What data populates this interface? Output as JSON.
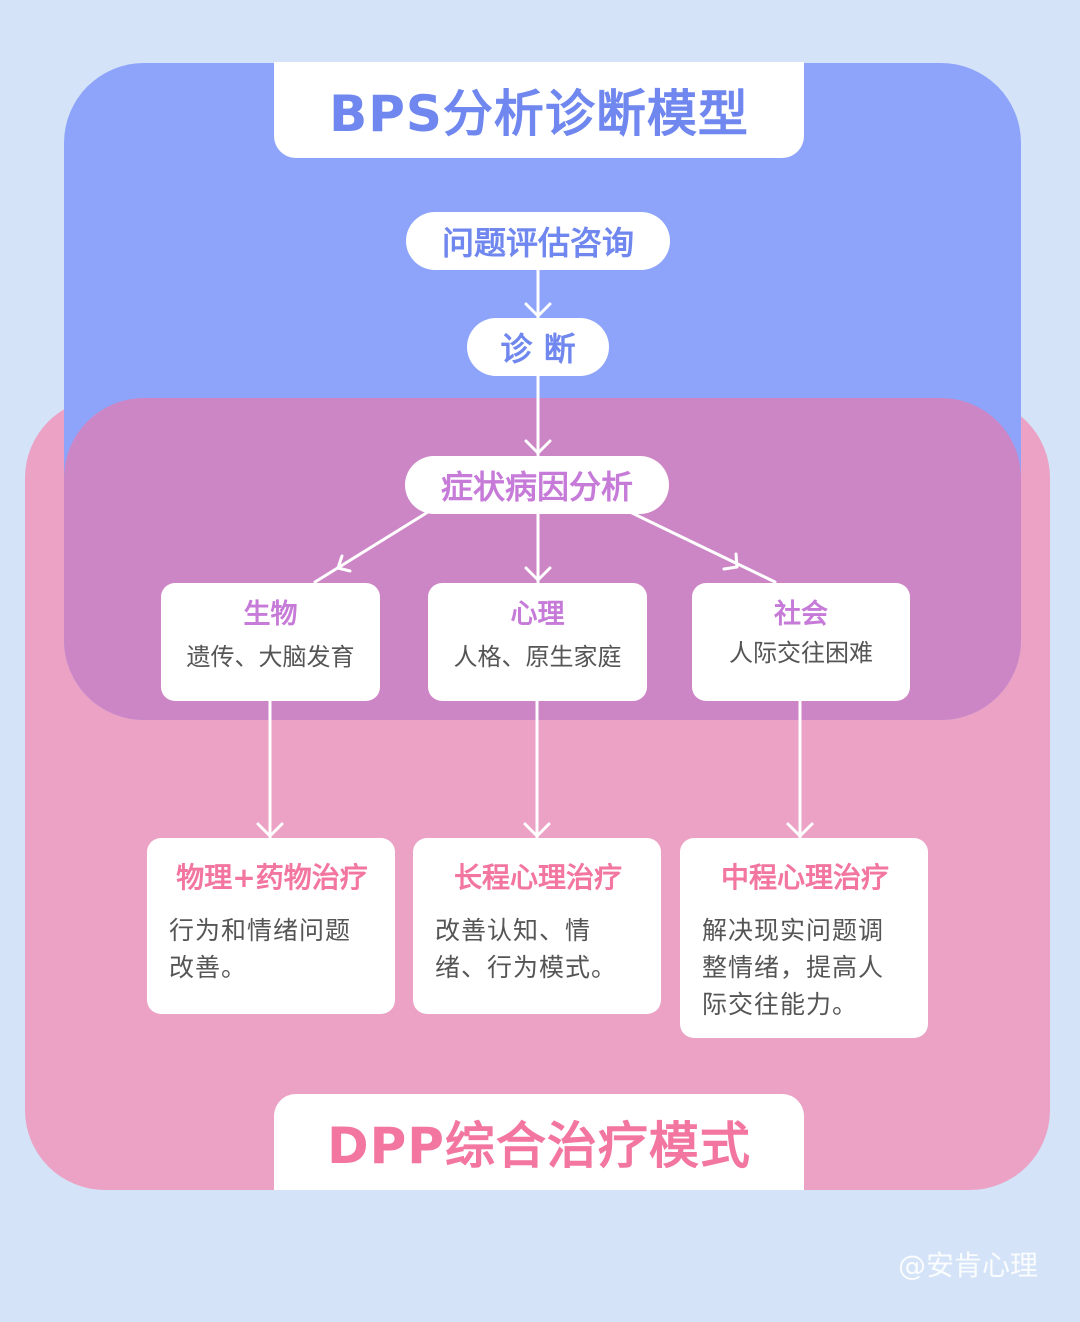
{
  "title_top": "BPS分析诊断模型",
  "title_bottom": "DPP综合治疗模式",
  "flow": {
    "step1": "问题评估咨询",
    "step2": "诊 断",
    "step3": "症状病因分析"
  },
  "categories": [
    {
      "title": "生物",
      "desc": "遗传、大脑发育"
    },
    {
      "title": "心理",
      "desc": "人格、原生家庭"
    },
    {
      "title": "社会",
      "desc": "人际交往困难"
    }
  ],
  "treatments": [
    {
      "title": "物理+药物治疗",
      "desc": "行为和情绪问题改善。"
    },
    {
      "title": "长程心理治疗",
      "desc": "改善认知、情绪、行为模式。"
    },
    {
      "title": "中程心理治疗",
      "desc": "解决现实问题调整情绪，提高人际交往能力。"
    }
  ],
  "watermark": "@安肯心理",
  "colors": {
    "background": "#d4e3f7",
    "bps_region": "#8da4fa",
    "dpp_region": "#eba2c5",
    "overlap_region": "#cd86c5",
    "bps_text": "#6f87ee",
    "dpp_text": "#f2769f",
    "category_text": "#c77bd8"
  }
}
